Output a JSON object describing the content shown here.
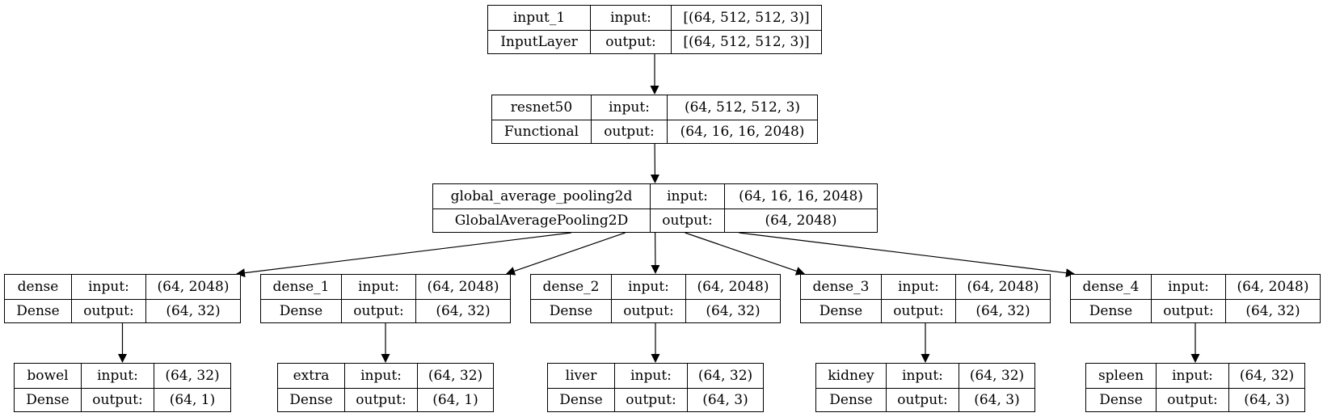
{
  "nodes": {
    "input_1": {
      "name": "input_1",
      "type": "InputLayer",
      "in_label": "input:",
      "out_label": "output:",
      "in": "[(64, 512, 512, 3)]",
      "out": "[(64, 512, 512, 3)]"
    },
    "resnet50": {
      "name": "resnet50",
      "type": "Functional",
      "in_label": "input:",
      "out_label": "output:",
      "in": "(64, 512, 512, 3)",
      "out": "(64, 16, 16, 2048)"
    },
    "gap": {
      "name": "global_average_pooling2d",
      "type": "GlobalAveragePooling2D",
      "in_label": "input:",
      "out_label": "output:",
      "in": "(64, 16, 16, 2048)",
      "out": "(64, 2048)"
    },
    "dense": {
      "name": "dense",
      "type": "Dense",
      "in_label": "input:",
      "out_label": "output:",
      "in": "(64, 2048)",
      "out": "(64, 32)"
    },
    "dense_1": {
      "name": "dense_1",
      "type": "Dense",
      "in_label": "input:",
      "out_label": "output:",
      "in": "(64, 2048)",
      "out": "(64, 32)"
    },
    "dense_2": {
      "name": "dense_2",
      "type": "Dense",
      "in_label": "input:",
      "out_label": "output:",
      "in": "(64, 2048)",
      "out": "(64, 32)"
    },
    "dense_3": {
      "name": "dense_3",
      "type": "Dense",
      "in_label": "input:",
      "out_label": "output:",
      "in": "(64, 2048)",
      "out": "(64, 32)"
    },
    "dense_4": {
      "name": "dense_4",
      "type": "Dense",
      "in_label": "input:",
      "out_label": "output:",
      "in": "(64, 2048)",
      "out": "(64, 32)"
    },
    "bowel": {
      "name": "bowel",
      "type": "Dense",
      "in_label": "input:",
      "out_label": "output:",
      "in": "(64, 32)",
      "out": "(64, 1)"
    },
    "extra": {
      "name": "extra",
      "type": "Dense",
      "in_label": "input:",
      "out_label": "output:",
      "in": "(64, 32)",
      "out": "(64, 1)"
    },
    "liver": {
      "name": "liver",
      "type": "Dense",
      "in_label": "input:",
      "out_label": "output:",
      "in": "(64, 32)",
      "out": "(64, 3)"
    },
    "kidney": {
      "name": "kidney",
      "type": "Dense",
      "in_label": "input:",
      "out_label": "output:",
      "in": "(64, 32)",
      "out": "(64, 3)"
    },
    "spleen": {
      "name": "spleen",
      "type": "Dense",
      "in_label": "input:",
      "out_label": "output:",
      "in": "(64, 32)",
      "out": "(64, 3)"
    }
  },
  "edges": [
    [
      "input_1",
      "resnet50"
    ],
    [
      "resnet50",
      "gap"
    ],
    [
      "gap",
      "dense"
    ],
    [
      "gap",
      "dense_1"
    ],
    [
      "gap",
      "dense_2"
    ],
    [
      "gap",
      "dense_3"
    ],
    [
      "gap",
      "dense_4"
    ],
    [
      "dense",
      "bowel"
    ],
    [
      "dense_1",
      "extra"
    ],
    [
      "dense_2",
      "liver"
    ],
    [
      "dense_3",
      "kidney"
    ],
    [
      "dense_4",
      "spleen"
    ]
  ]
}
